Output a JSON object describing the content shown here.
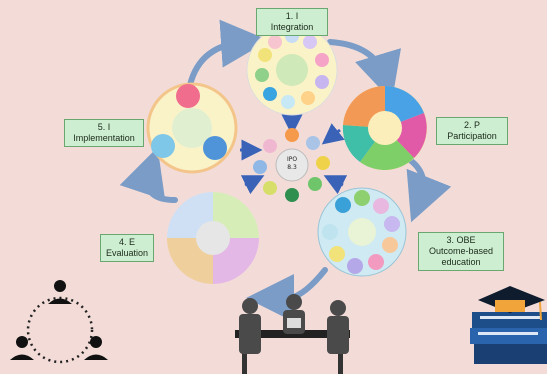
{
  "labels": {
    "integration": {
      "num": "1. I",
      "name": "Integration"
    },
    "participation": {
      "num": "2. P",
      "name": "Participation"
    },
    "obe": {
      "num": "3. OBE",
      "name": "Outcome-based",
      "name2": "education"
    },
    "evaluation": {
      "num": "4. E",
      "name": "Evaluation"
    },
    "implementation": {
      "num": "5. I",
      "name": "Implementation"
    }
  },
  "center": {
    "line1": "IPO",
    "line2": "8.3"
  },
  "colors": {
    "background": "#f3dcd8",
    "label_fill": "#cdeed0",
    "arrow": "#7a9cc6",
    "inward_arrow": "#3a63b8"
  }
}
